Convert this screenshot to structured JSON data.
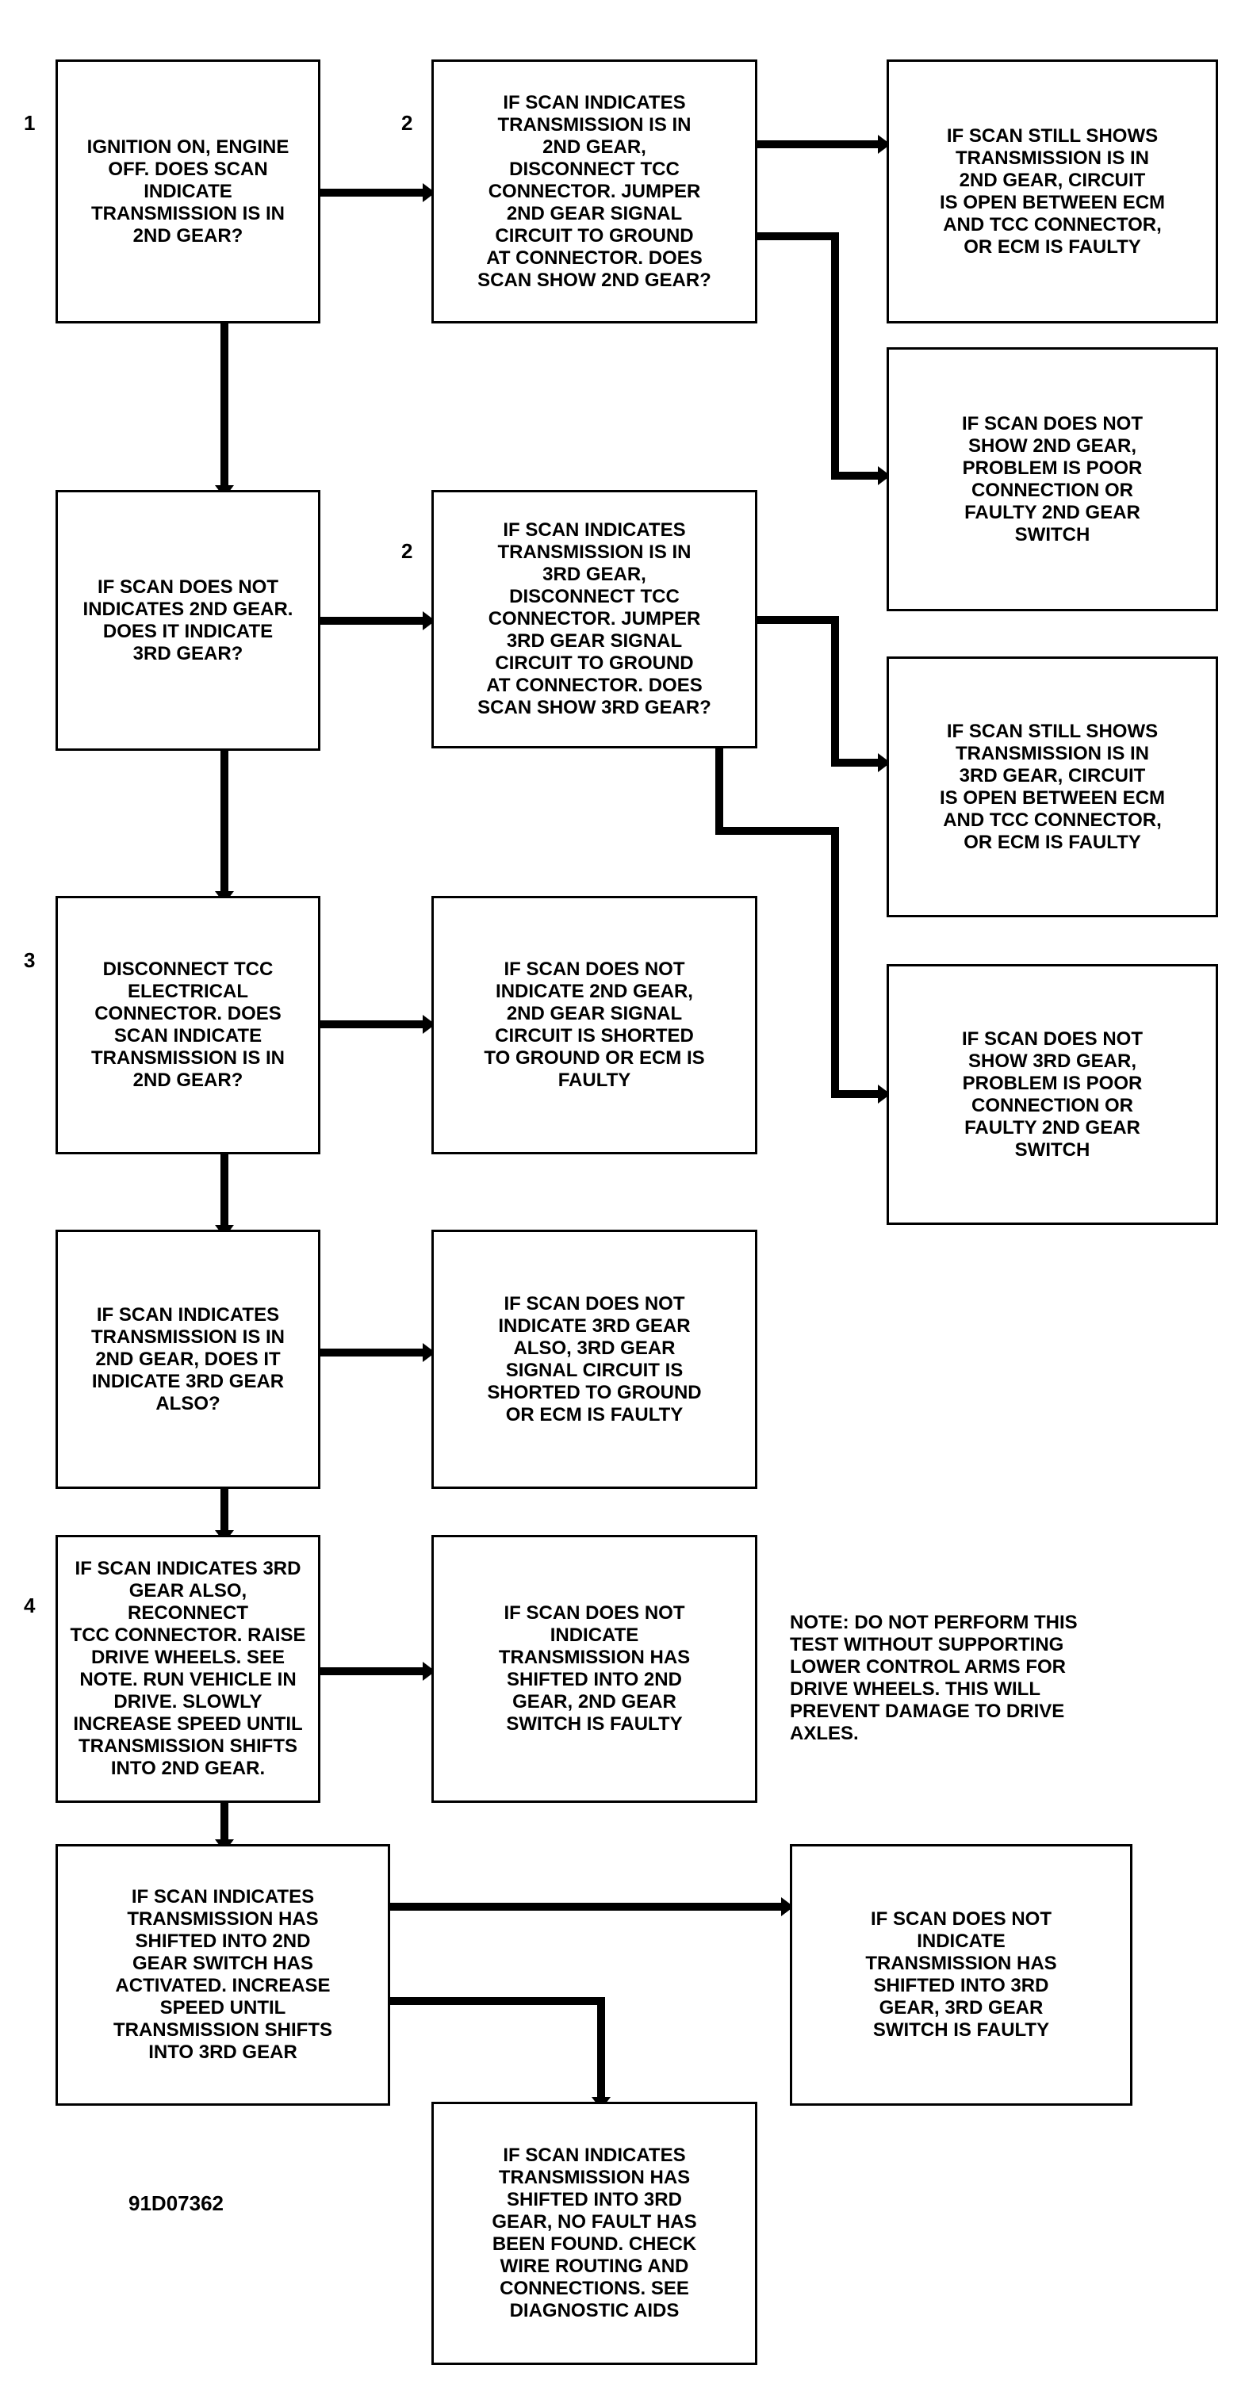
{
  "step_numbers": [
    "1",
    "2",
    "2",
    "3",
    "4"
  ],
  "boxes": {
    "b1": "IGNITION ON, ENGINE\nOFF. DOES SCAN\nINDICATE\nTRANSMISSION IS IN\n2ND GEAR?",
    "b2": "IF SCAN INDICATES\nTRANSMISSION IS IN\n2ND GEAR,\nDISCONNECT TCC\nCONNECTOR. JUMPER\n2ND GEAR SIGNAL\nCIRCUIT TO GROUND\nAT CONNECTOR. DOES\nSCAN SHOW 2ND GEAR?",
    "b3": "IF SCAN STILL SHOWS\nTRANSMISSION IS IN\n2ND GEAR, CIRCUIT\nIS OPEN BETWEEN ECM\nAND TCC CONNECTOR,\nOR ECM IS FAULTY",
    "b4": "IF SCAN DOES NOT\nSHOW 2ND GEAR,\nPROBLEM IS POOR\nCONNECTION OR\nFAULTY 2ND GEAR\nSWITCH",
    "b5": "IF SCAN DOES NOT\nINDICATES 2ND GEAR.\nDOES IT INDICATE\n3RD GEAR?",
    "b6": "IF SCAN INDICATES\nTRANSMISSION IS IN\n3RD GEAR,\nDISCONNECT TCC\nCONNECTOR. JUMPER\n3RD GEAR SIGNAL\nCIRCUIT TO GROUND\nAT CONNECTOR. DOES\nSCAN SHOW 3RD GEAR?",
    "b7": "IF SCAN STILL SHOWS\nTRANSMISSION IS IN\n3RD GEAR, CIRCUIT\nIS OPEN BETWEEN ECM\nAND TCC CONNECTOR,\nOR ECM IS FAULTY",
    "b8": "IF SCAN DOES NOT\nSHOW 3RD GEAR,\nPROBLEM IS POOR\nCONNECTION OR\nFAULTY 2ND GEAR\nSWITCH",
    "b9": "DISCONNECT TCC\nELECTRICAL\nCONNECTOR. DOES\nSCAN INDICATE\nTRANSMISSION IS IN\n2ND GEAR?",
    "b10": "IF SCAN DOES NOT\nINDICATE 2ND GEAR,\n2ND GEAR SIGNAL\nCIRCUIT IS SHORTED\nTO GROUND OR ECM IS\nFAULTY",
    "b11": "IF SCAN INDICATES\nTRANSMISSION IS IN\n2ND GEAR, DOES IT\nINDICATE 3RD GEAR\nALSO?",
    "b12": "IF SCAN DOES NOT\nINDICATE 3RD GEAR\nALSO, 3RD GEAR\nSIGNAL CIRCUIT IS\nSHORTED TO GROUND\nOR ECM IS FAULTY",
    "b13": "IF SCAN INDICATES 3RD\nGEAR ALSO, RECONNECT\nTCC CONNECTOR. RAISE\nDRIVE WHEELS. SEE\nNOTE. RUN VEHICLE IN\nDRIVE. SLOWLY\nINCREASE SPEED UNTIL\nTRANSMISSION SHIFTS\nINTO 2ND GEAR.",
    "b14": "IF SCAN DOES NOT\nINDICATE\nTRANSMISSION HAS\nSHIFTED INTO 2ND\nGEAR, 2ND GEAR\nSWITCH IS FAULTY",
    "b15": "IF SCAN INDICATES\nTRANSMISSION HAS\nSHIFTED INTO 2ND\nGEAR SWITCH HAS\nACTIVATED. INCREASE\nSPEED UNTIL\nTRANSMISSION SHIFTS\nINTO 3RD GEAR",
    "b16": "IF SCAN DOES NOT\nINDICATE\nTRANSMISSION HAS\nSHIFTED INTO 3RD\nGEAR, 3RD GEAR\nSWITCH IS FAULTY",
    "b17": "IF SCAN INDICATES\nTRANSMISSION HAS\nSHIFTED INTO 3RD\nGEAR, NO FAULT HAS\nBEEN FOUND. CHECK\nWIRE ROUTING AND\nCONNECTIONS. SEE\nDIAGNOSTIC AIDS"
  },
  "note": "NOTE: DO NOT PERFORM THIS\nTEST WITHOUT SUPPORTING\nLOWER CONTROL ARMS FOR\nDRIVE WHEELS. THIS WILL\nPREVENT DAMAGE TO DRIVE\nAXLES.",
  "figure_id": "91D07362",
  "colors": {
    "ink": "#000000",
    "paper": "#ffffff"
  }
}
